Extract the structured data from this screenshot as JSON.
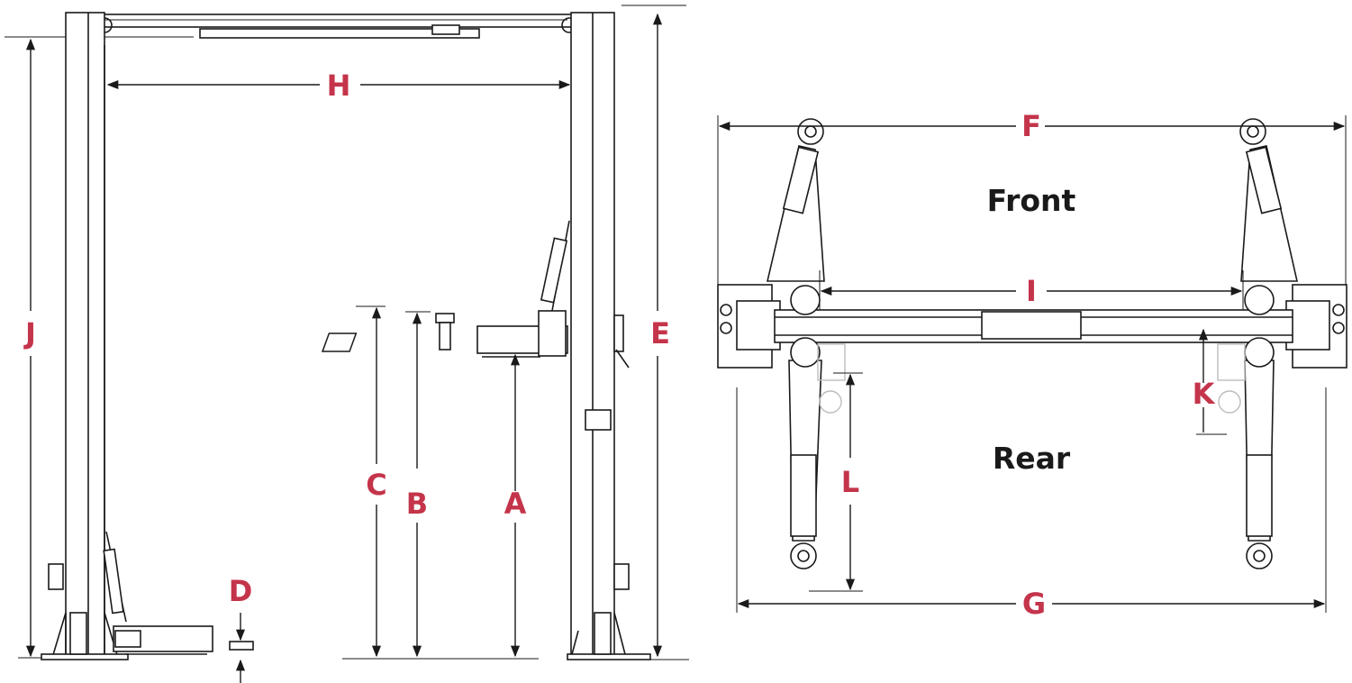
{
  "labels": {
    "A": "A",
    "B": "B",
    "C": "C",
    "D": "D",
    "E": "E",
    "F": "F",
    "G": "G",
    "H": "H",
    "I": "I",
    "J": "J",
    "K": "K",
    "L": "L"
  },
  "views": {
    "front": "Front",
    "rear": "Rear"
  },
  "colors": {
    "dimension_label": "#c4344a",
    "linework": "#1a1a1a",
    "ghost_linework": "#bdbdbd"
  }
}
